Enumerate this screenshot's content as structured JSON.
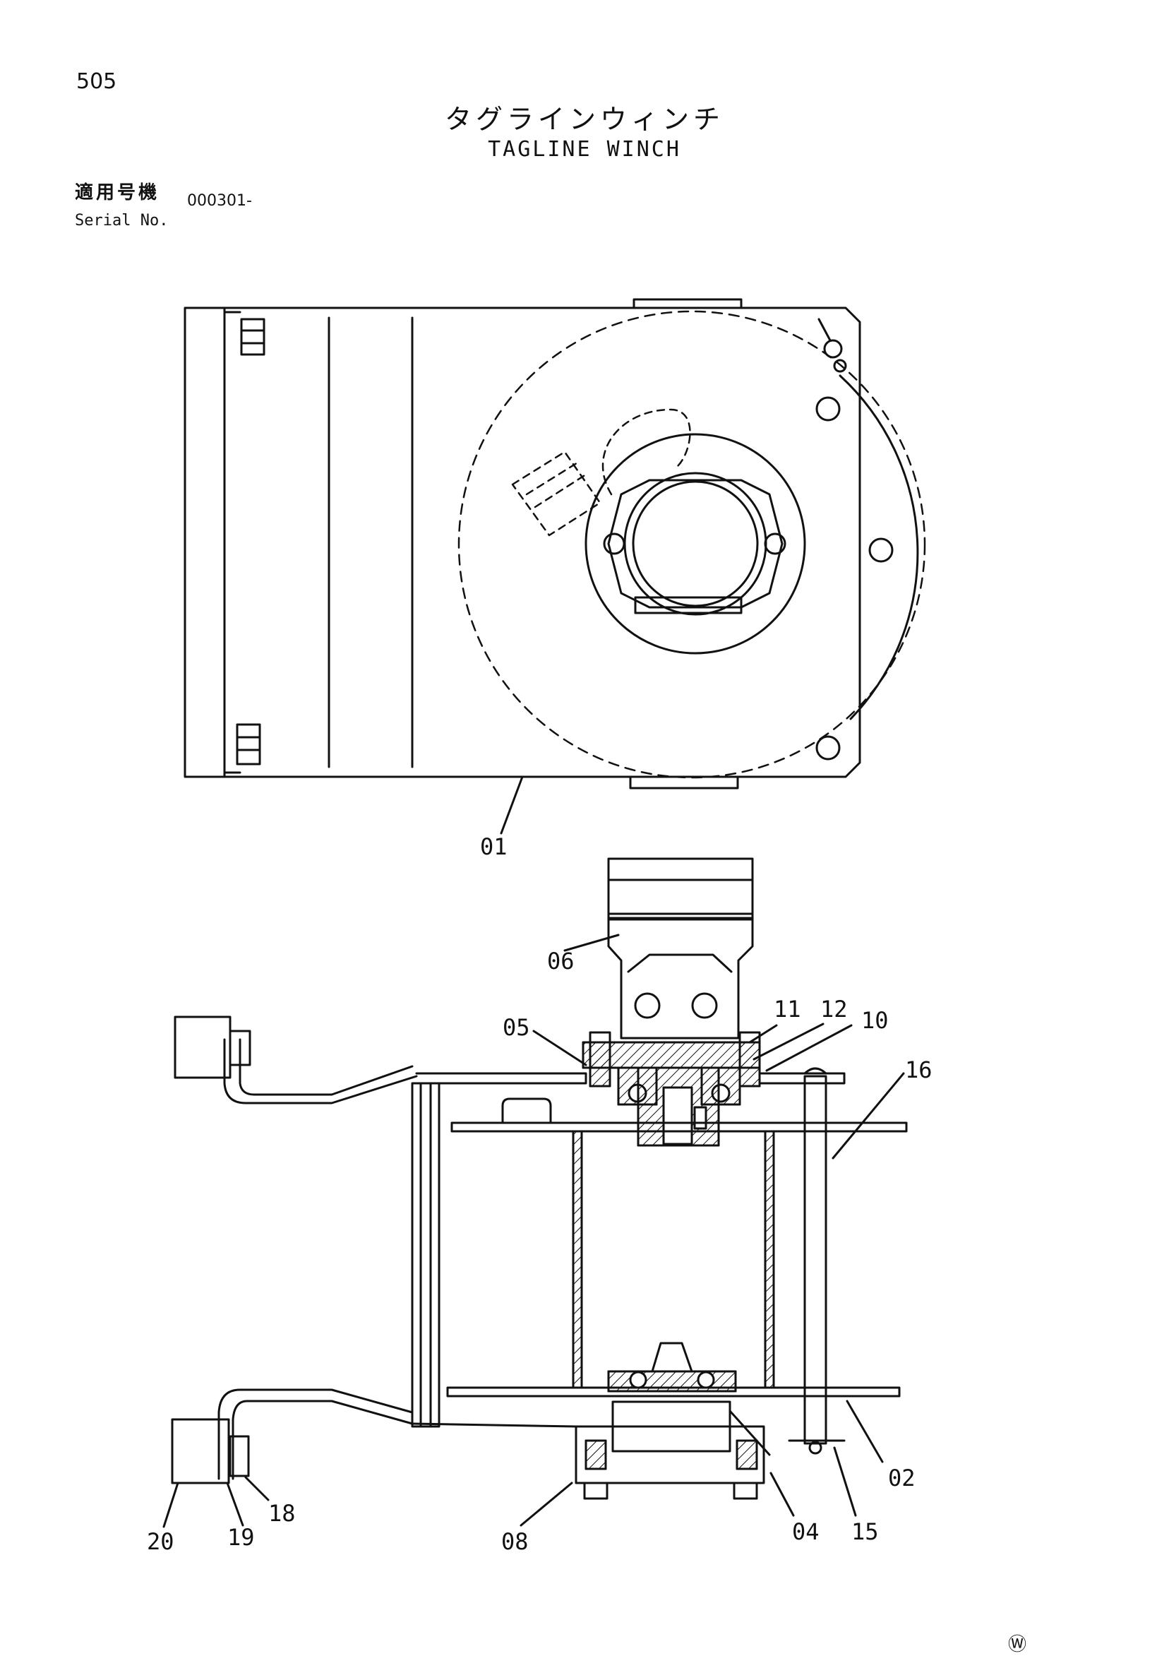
{
  "page_number": "505",
  "title_jp": "タグラインウィンチ",
  "title_en": "TAGLINE WINCH",
  "serial_label_jp": "適用号機",
  "serial_label_en": "Serial No.",
  "serial_value": "000301-",
  "corner_mark": "Ⓦ",
  "callouts": {
    "c01": "01",
    "c02": "02",
    "c04": "04",
    "c05": "05",
    "c06": "06",
    "c08": "08",
    "c10": "10",
    "c11": "11",
    "c12": "12",
    "c15": "15",
    "c16": "16",
    "c18": "18",
    "c19": "19",
    "c20": "20"
  }
}
